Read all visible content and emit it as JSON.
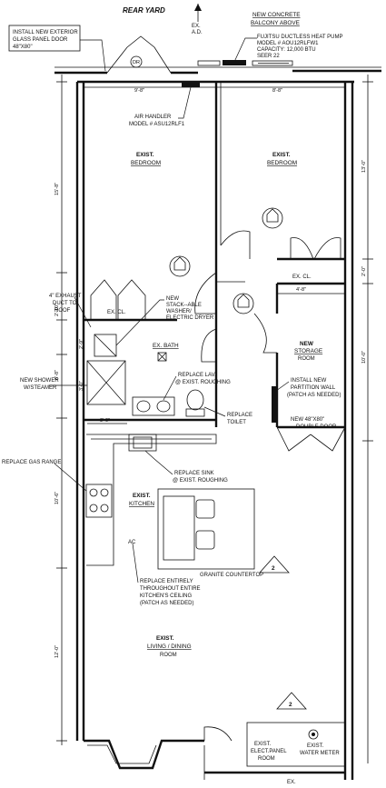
{
  "title": "REAR YARD",
  "north_note": "EX.\nA.D.",
  "notes": {
    "balcony": [
      "NEW CONCRETE",
      "BALCONY ABOVE"
    ],
    "heat_pump": [
      "FUJITSU DUCTLESS HEAT PUMP",
      "MODEL # AOU12RLFW1",
      "CAPACITY: 12,000 BTU",
      "SEER 22"
    ],
    "glass_door": [
      "INSTALL NEW EXTERIOR",
      "GLASS PANEL DOOR",
      "48\"X80\""
    ],
    "air_handler": [
      "AIR HANDLER",
      "MODEL # ASU12RLF1"
    ],
    "exhaust": [
      "4\" EXHAUST",
      "DUCT TO",
      "ROOF"
    ],
    "washer": [
      "NEW",
      "STACK--ABLE",
      "WASHER/",
      "ELECTRIC DRYER"
    ],
    "shower": [
      "NEW SHOWER",
      "W/STEAMER"
    ],
    "lav": [
      "REPLACE LAV.",
      "@ EXIST. ROUGHING"
    ],
    "toilet": [
      "REPLACE",
      "TOILET"
    ],
    "gas_range": "REPLACE GAS RANGE",
    "sink": [
      "REPLACE SINK",
      "@ EXIST. ROUGHING"
    ],
    "countertop": "GRANITE COUNTERTOP",
    "ceiling": [
      "REPLACE ENTIRELY",
      "THROUGHOUT ENTIRE",
      "KITCHEN'S CEILING",
      "(PATCH AS NEEDED)"
    ],
    "partition": [
      "INSTALL NEW",
      "PARTITION WALL",
      "(PATCH AS NEEDED)"
    ],
    "double_door": [
      "NEW 48\"X80\"",
      "DOUBLE DOOR"
    ],
    "elec_panel": [
      "EXIST.",
      "ELECT.PANEL",
      "ROOM"
    ],
    "water_meter": [
      "EXIST.",
      "WATER METER"
    ],
    "bottom_ex": "EX."
  },
  "rooms": {
    "bedroom_left": [
      "EXIST.",
      "BEDROOM"
    ],
    "bedroom_right": [
      "EXIST.",
      "BEDROOM"
    ],
    "closet_left": "EX. CL.",
    "closet_right": "EX. CL.",
    "bath": "EX. BATH",
    "storage": [
      "NEW",
      "STORAGE",
      "ROOM"
    ],
    "kitchen": [
      "EXIST.",
      "KITCHEN"
    ],
    "living": [
      "EXIST.",
      "LIVING / DINING",
      "ROOM"
    ]
  },
  "dimensions": {
    "top_left": "9'-8\"",
    "top_right": "8'-8\"",
    "left_1": "15'-8\"",
    "left_2": "2'-10\"",
    "left_3": "2'-0\"",
    "left_4": "2'-9\"",
    "left_5": "6'-8\"",
    "left_6": "3'-0\"",
    "left_7": "10'-6\"",
    "left_8": "12'-0\"",
    "right_1": "13'-0\"",
    "right_2": "2'-0\"",
    "right_3": "10'-0\"",
    "storage_w": "4'-8\"",
    "bath_w": "3'-0\""
  },
  "markers": {
    "marker1": "2",
    "marker2": "2",
    "ac_label": "AC"
  }
}
